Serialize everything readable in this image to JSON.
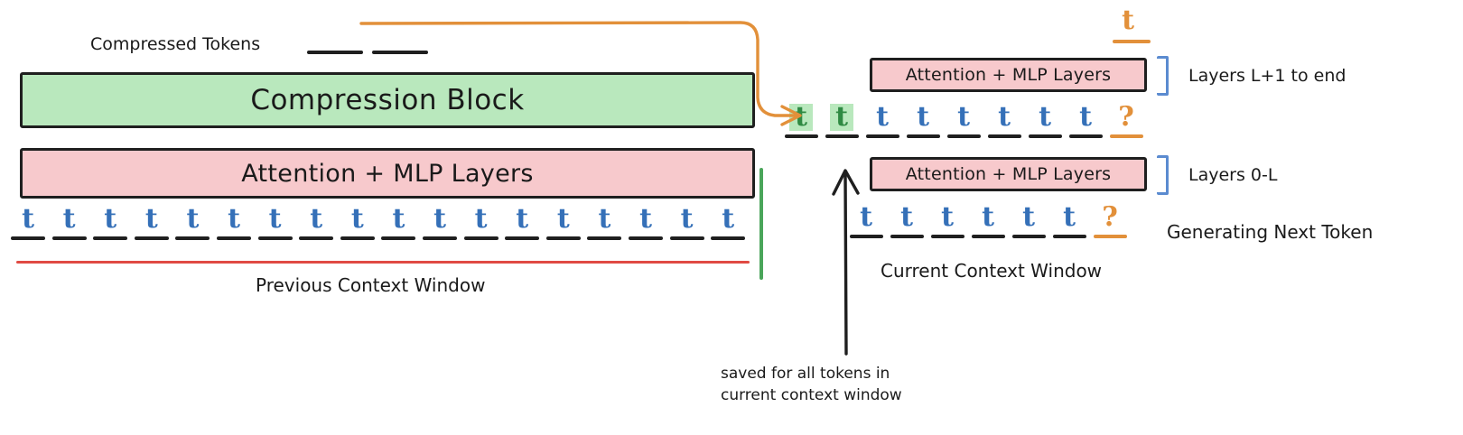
{
  "diagram": {
    "left_panel": {
      "compressed_tokens_label": "Compressed Tokens",
      "compression_block_label": "Compression Block",
      "attention_block_label": "Attention + MLP Layers",
      "caption": "Previous Context Window",
      "token_count": 18,
      "token_glyph": "t"
    },
    "right_panel": {
      "upper_block_label": "Attention + MLP Layers",
      "lower_block_label": "Attention + MLP Layers",
      "upper_bracket_label": "Layers L+1 to end",
      "lower_bracket_label": "Layers 0-L",
      "generating_label": "Generating Next Token",
      "caption": "Current Context Window",
      "output_token_glyph": "t",
      "question_glyph": "?",
      "middle_row_tokens": [
        {
          "glyph": "t",
          "color": "green"
        },
        {
          "glyph": "t",
          "color": "green"
        },
        {
          "glyph": "t",
          "color": "blue"
        },
        {
          "glyph": "t",
          "color": "blue"
        },
        {
          "glyph": "t",
          "color": "blue"
        },
        {
          "glyph": "t",
          "color": "blue"
        },
        {
          "glyph": "t",
          "color": "blue"
        },
        {
          "glyph": "t",
          "color": "blue"
        },
        {
          "glyph": "?",
          "color": "orange"
        }
      ],
      "bottom_row_tokens": [
        {
          "glyph": "t",
          "color": "blue"
        },
        {
          "glyph": "t",
          "color": "blue"
        },
        {
          "glyph": "t",
          "color": "blue"
        },
        {
          "glyph": "t",
          "color": "blue"
        },
        {
          "glyph": "t",
          "color": "blue"
        },
        {
          "glyph": "t",
          "color": "blue"
        },
        {
          "glyph": "?",
          "color": "orange"
        }
      ]
    },
    "annotation": {
      "kv_cache_note_line1": "saved for all tokens in",
      "kv_cache_note_line2": "current context window"
    },
    "colors": {
      "green_fill": "#b9e8bd",
      "pink_fill": "#f7c9cc",
      "token_blue": "#3570b8",
      "token_green": "#2f8a43",
      "accent_orange": "#e2903a",
      "bracket_blue": "#5b8bd0",
      "red_rule": "#e04a43",
      "green_rule": "#4aa55a",
      "stroke": "#1f1f1f"
    }
  }
}
